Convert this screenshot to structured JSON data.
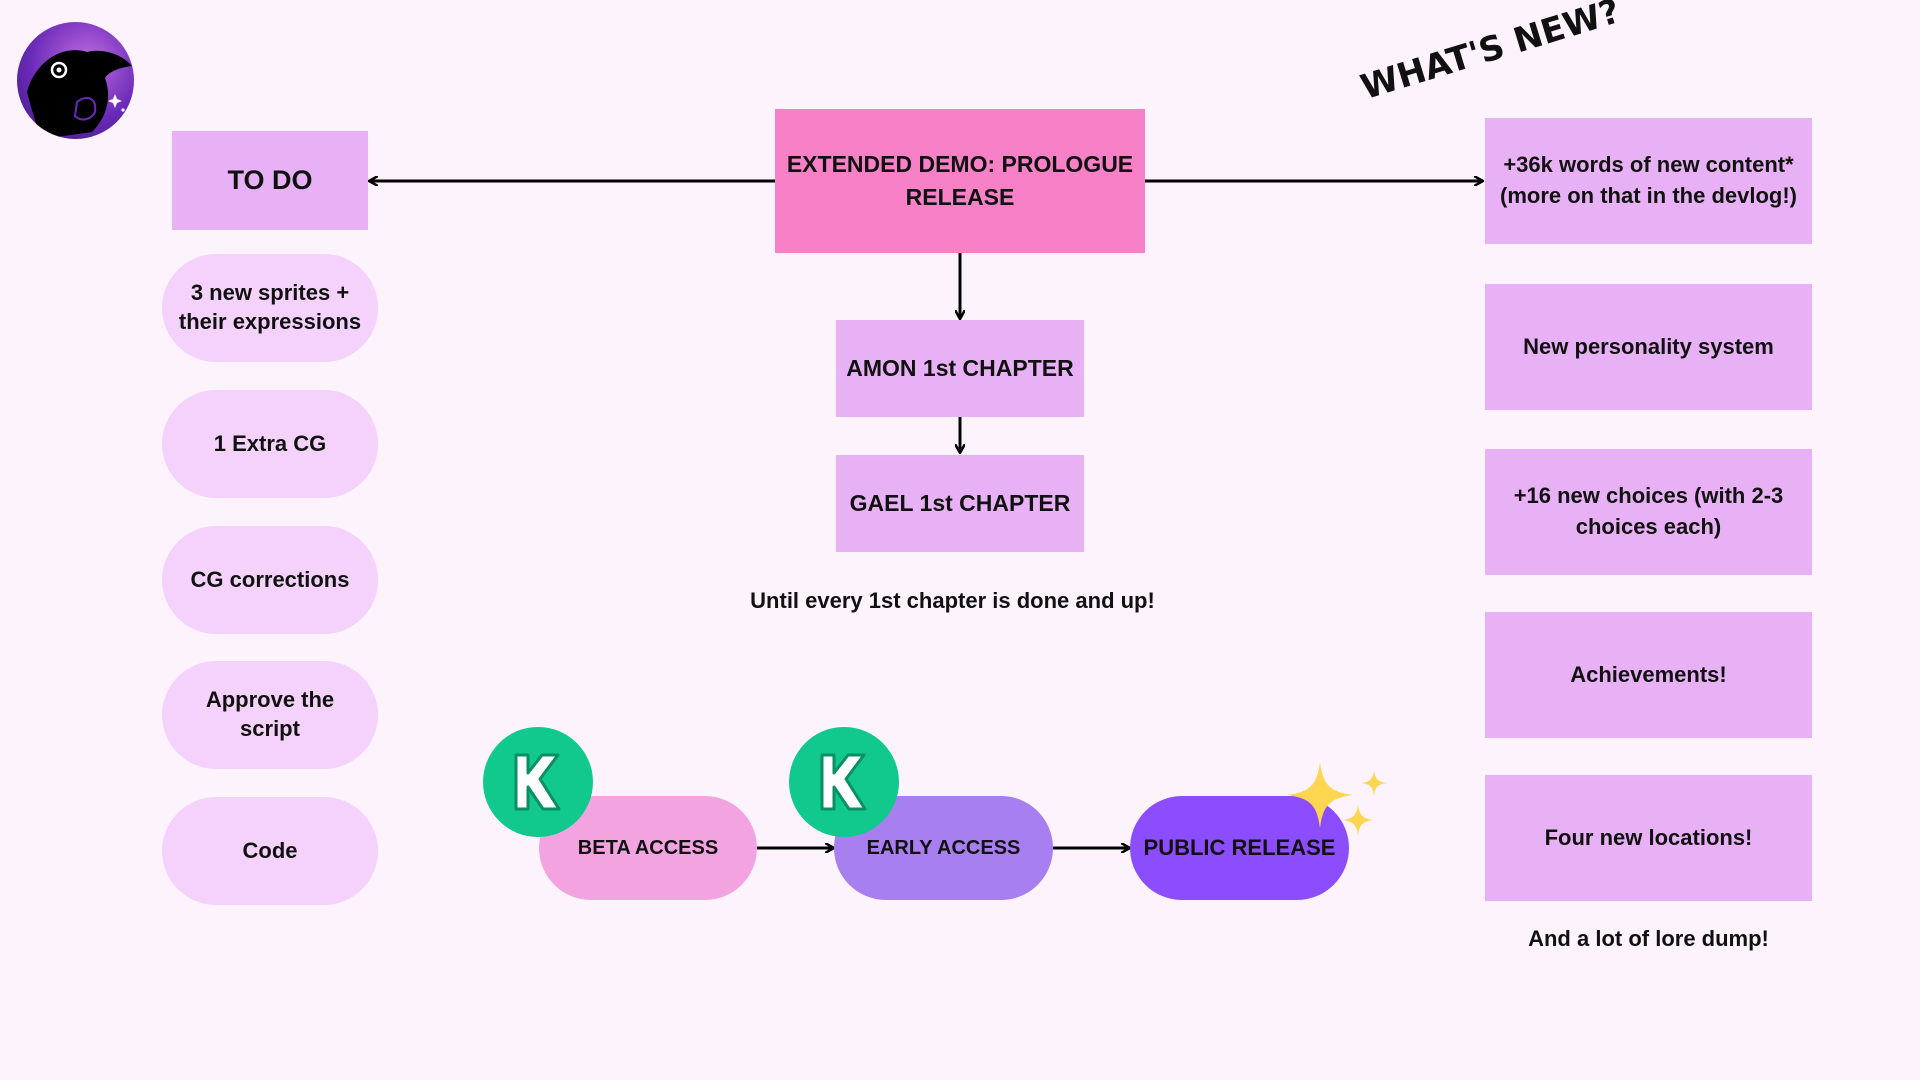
{
  "todo": {
    "title": "TO DO",
    "items": [
      "3 new sprites + their expressions",
      "1 Extra CG",
      "CG corrections",
      "Approve the script",
      "Code"
    ]
  },
  "main": {
    "release": "EXTENDED DEMO: PROLOGUE RELEASE",
    "chapters": [
      "AMON 1st CHAPTER",
      "GAEL 1st CHAPTER"
    ],
    "until_note": "Until every 1st chapter is done and up!"
  },
  "whats_new": {
    "heading": "WHAT'S NEW?",
    "items": [
      "+36k words of new content* (more on that in the devlog!)",
      "New personality system",
      "+16 new choices (with 2-3 choices each)",
      "Achievements!",
      "Four new locations!"
    ],
    "footer": "And a lot of lore dump!"
  },
  "stages": [
    "BETA ACCESS",
    "EARLY ACCESS",
    "PUBLIC RELEASE"
  ],
  "icons": {
    "logo": "crow-avatar-icon",
    "kickstarter": "kickstarter-icon",
    "sparkle": "sparkle-icon"
  },
  "colors": {
    "background": "#fcf3fd",
    "box": "#e8b1f5",
    "pill": "#f4d2fb",
    "release": "#f780c6",
    "beta": "#f4a3e1",
    "early": "#a87ff0",
    "public": "#8c4cff",
    "kickstarter": "#11c98d",
    "sparkle": "#fcd650"
  }
}
